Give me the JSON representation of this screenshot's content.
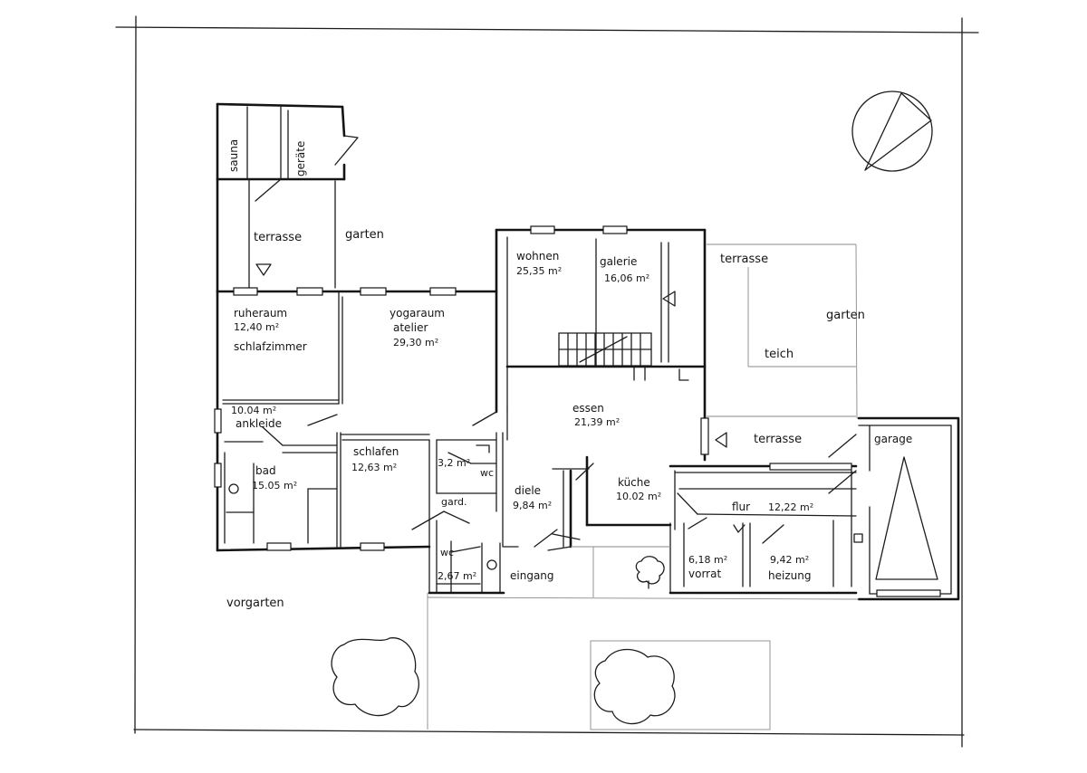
{
  "rooms": {
    "sauna": "sauna",
    "geraete": "geräte",
    "terrasse_nw": "terrasse",
    "garten_nw": "garten",
    "ruheraum": "ruheraum",
    "ruheraum_area": "12,40 m²",
    "schlafzimmer": "schlafzimmer",
    "yogaraum": "yogaraum",
    "atelier": "atelier",
    "yogaraum_area": "29,30 m²",
    "ankleide_area": "10.04 m²",
    "ankleide": "ankleide",
    "bad": "bad",
    "bad_area": "15.05 m²",
    "schlafen": "schlafen",
    "schlafen_area": "12,63 m²",
    "small_area": "3,2 m²",
    "wc_1": "wc",
    "garderobe": "gard.",
    "wc_2": "wc",
    "wc_2_area": "2,67 m²",
    "diele": "diele",
    "diele_area": "9,84 m²",
    "eingang": "eingang",
    "wohnen": "wohnen",
    "wohnen_area": "25,35 m²",
    "galerie": "galerie",
    "galerie_area": "16,06 m²",
    "essen": "essen",
    "essen_area": "21,39 m²",
    "kueche": "küche",
    "kueche_area": "10.02 m²",
    "flur": "flur",
    "flur_area": "12,22 m²",
    "vorrat_area": "6,18 m²",
    "vorrat": "vorrat",
    "heizung_area": "9,42 m²",
    "heizung": "heizung",
    "terrasse_ne": "terrasse",
    "garten_ne": "garten",
    "teich": "teich",
    "terrasse_e": "terrasse",
    "garage": "garage",
    "vorgarten": "vorgarten"
  }
}
